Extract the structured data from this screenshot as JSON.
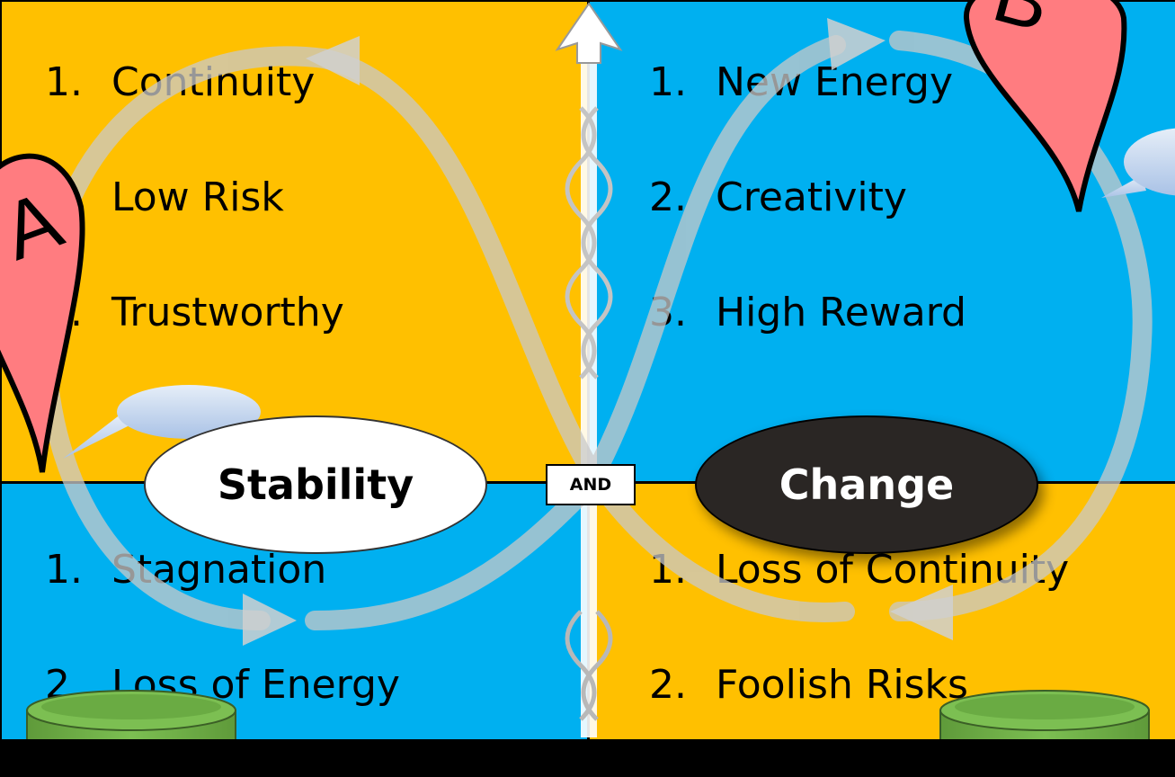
{
  "quadrants": {
    "top_left": {
      "items": [
        {
          "num": "1.",
          "text": "Continuity"
        },
        {
          "num": "",
          "text": "Low Risk"
        },
        {
          "num": "3.",
          "text": "Trustworthy"
        }
      ]
    },
    "top_right": {
      "items": [
        {
          "num": "1.",
          "text": "New Energy"
        },
        {
          "num": "2.",
          "text": "Creativity"
        },
        {
          "num": "3.",
          "text": "High Reward"
        }
      ]
    },
    "bottom_left": {
      "items": [
        {
          "num": "1.",
          "text": "Stagnation"
        },
        {
          "num": "2.",
          "text": "Loss of Energy"
        }
      ]
    },
    "bottom_right": {
      "items": [
        {
          "num": "1.",
          "text": "Loss of Continuity"
        },
        {
          "num": "2.",
          "text": "Foolish Risks"
        }
      ]
    }
  },
  "poles": {
    "left": "Stability",
    "right": "Change",
    "connector": "AND"
  },
  "markers": {
    "left": "A",
    "right": "B"
  },
  "colors": {
    "upside": "#FFC000",
    "downside": "#00B0F0",
    "marker": "#FF7C80",
    "container": "#70AD47"
  }
}
